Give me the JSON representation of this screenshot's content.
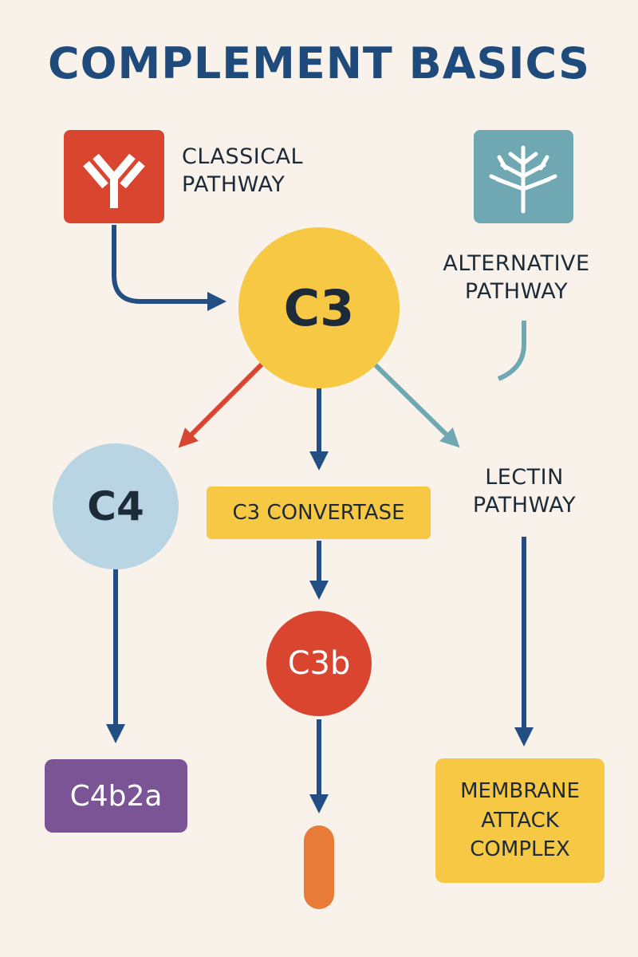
{
  "title": "COMPLEMENT BASICS",
  "classical": {
    "line1": "CLASSICAL",
    "line2": "PATHWAY"
  },
  "alternative": {
    "line1": "ALTERNATIVE",
    "line2": "PATHWAY"
  },
  "lectin": {
    "line1": "LECTIN",
    "line2": "PATHWAY"
  },
  "nodes": {
    "c3": "C3",
    "c4": "C4",
    "c3_convertase": "C3 CONVERTASE",
    "c3b": "C3b",
    "c4b2a": "C4b2a",
    "mac": {
      "line1": "MEMBRANE",
      "line2": "ATTACK",
      "line3": "COMPLEX"
    }
  },
  "icons": {
    "classical": "antibody-icon",
    "alternative": "branching-tree-icon"
  },
  "colors": {
    "classical": "#d9452f",
    "alternative": "#6fa8b3",
    "c3": "#f7c843",
    "c4": "#b9d4e2",
    "c3b": "#d9452f",
    "c4b2a": "#7a5495",
    "mac": "#f7c843",
    "arrow": "#234e83",
    "capsule": "#e87b37"
  }
}
